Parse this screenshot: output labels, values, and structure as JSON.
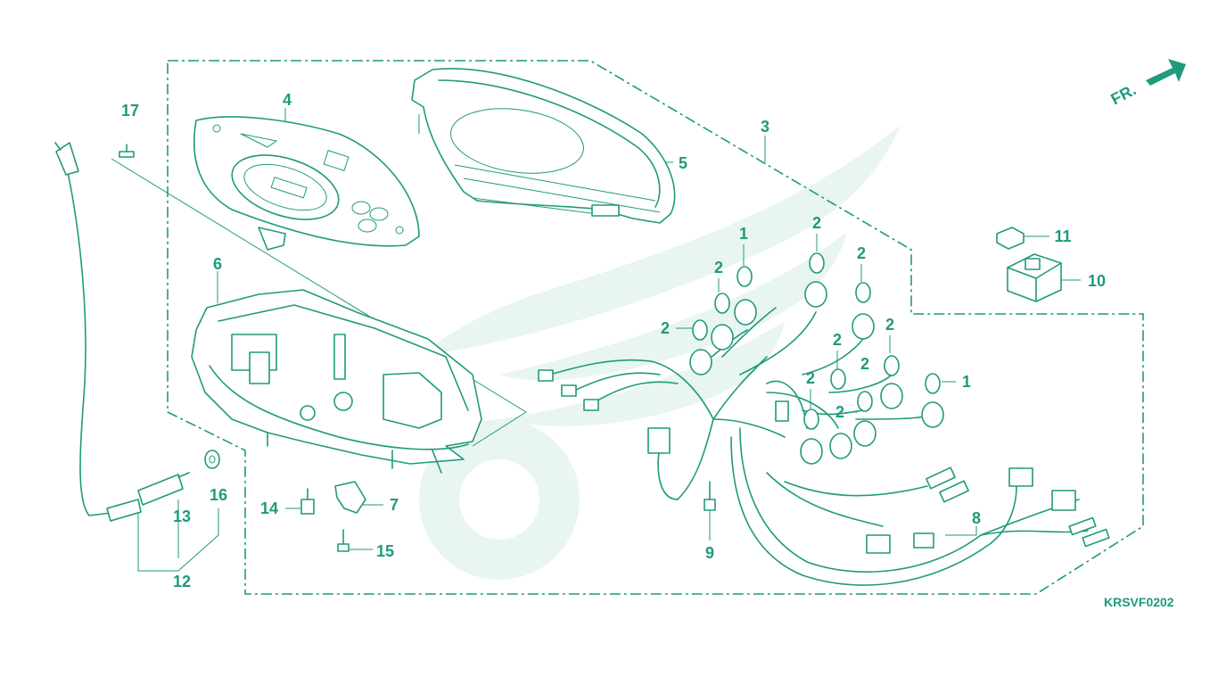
{
  "diagram": {
    "code": "KRSVF0202",
    "direction_label": "FR.",
    "colors": {
      "line": "#1f9a7c",
      "watermark": "#e3f3ee",
      "background": "#ffffff"
    },
    "callouts": [
      {
        "id": "c1a",
        "text": "1"
      },
      {
        "id": "c1b",
        "text": "1"
      },
      {
        "id": "c2a",
        "text": "2"
      },
      {
        "id": "c2b",
        "text": "2"
      },
      {
        "id": "c2c",
        "text": "2"
      },
      {
        "id": "c2d",
        "text": "2"
      },
      {
        "id": "c2e",
        "text": "2"
      },
      {
        "id": "c2f",
        "text": "2"
      },
      {
        "id": "c2g",
        "text": "2"
      },
      {
        "id": "c2h",
        "text": "2"
      },
      {
        "id": "c2i",
        "text": "2"
      },
      {
        "id": "c3",
        "text": "3"
      },
      {
        "id": "c4",
        "text": "4"
      },
      {
        "id": "c5",
        "text": "5"
      },
      {
        "id": "c6",
        "text": "6"
      },
      {
        "id": "c7",
        "text": "7"
      },
      {
        "id": "c8",
        "text": "8"
      },
      {
        "id": "c9",
        "text": "9"
      },
      {
        "id": "c10",
        "text": "10"
      },
      {
        "id": "c11",
        "text": "11"
      },
      {
        "id": "c12",
        "text": "12"
      },
      {
        "id": "c13",
        "text": "13"
      },
      {
        "id": "c14",
        "text": "14"
      },
      {
        "id": "c15",
        "text": "15"
      },
      {
        "id": "c16",
        "text": "16"
      },
      {
        "id": "c17",
        "text": "17"
      }
    ]
  }
}
